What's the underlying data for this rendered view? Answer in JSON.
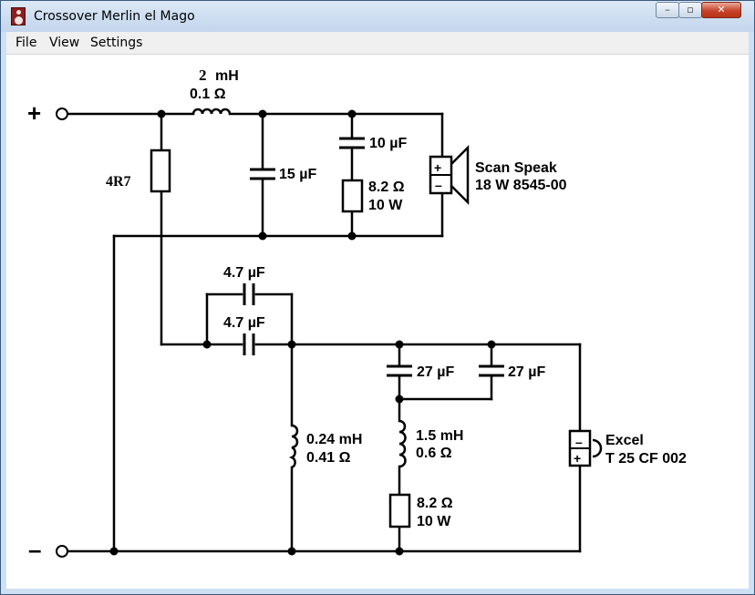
{
  "window": {
    "title": "Crossover Merlin el Mago"
  },
  "window_buttons": {
    "minimize": "–",
    "maximize": "▫",
    "close": "✕"
  },
  "menu": {
    "file": "File",
    "view": "View",
    "settings": "Settings"
  },
  "terminals": {
    "positive": "+",
    "negative": "–"
  },
  "components": {
    "inductor_top": {
      "value": "2",
      "unit": "mH",
      "resistance": "0.1 Ω"
    },
    "resistor_4r7": {
      "value": "4R7"
    },
    "cap_15": {
      "value": "15 µF"
    },
    "cap_10": {
      "value": "10 µF"
    },
    "res_82_top": {
      "line1": "8.2 Ω",
      "line2": "10 W"
    },
    "woofer": {
      "line1": "Scan Speak",
      "line2": "18 W 8545-00",
      "plus": "+",
      "minus": "–"
    },
    "cap_47_a": {
      "value": "4.7 µF"
    },
    "cap_47_b": {
      "value": "4.7 µF"
    },
    "inductor_024": {
      "line1": "0.24 mH",
      "line2": "0.41 Ω"
    },
    "cap_27_a": {
      "value": "27 µF"
    },
    "cap_27_b": {
      "value": "27 µF"
    },
    "inductor_15": {
      "line1": "1.5 mH",
      "line2": "0.6 Ω"
    },
    "res_82_bottom": {
      "line1": "8.2 Ω",
      "line2": "10 W"
    },
    "tweeter": {
      "line1": "Excel",
      "line2": "T 25 CF 002",
      "plus": "+",
      "minus": "–"
    }
  }
}
